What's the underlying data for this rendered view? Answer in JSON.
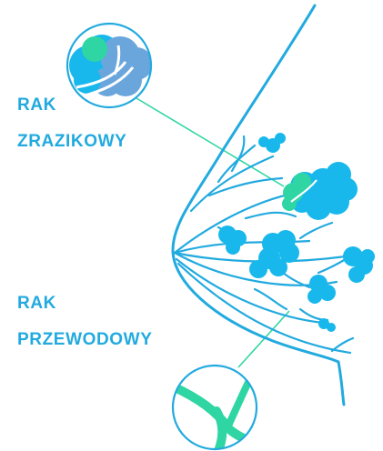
{
  "labels": {
    "lobular_line1": "RAK",
    "lobular_line2": "ZRAZIKOWY",
    "ductal_line1": "RAK",
    "ductal_line2": "PRZEWODOWY"
  },
  "colors": {
    "text": "#22aadf",
    "outline": "#22aadf",
    "lobule_fill": "#18b8ec",
    "cancer_green": "#2fd6a3",
    "callout_line": "#2fd6a3",
    "duct_white": "#ffffff"
  },
  "icons": [
    "breast-outline",
    "lobule-icon",
    "magnifier-lobular",
    "magnifier-ductal"
  ]
}
